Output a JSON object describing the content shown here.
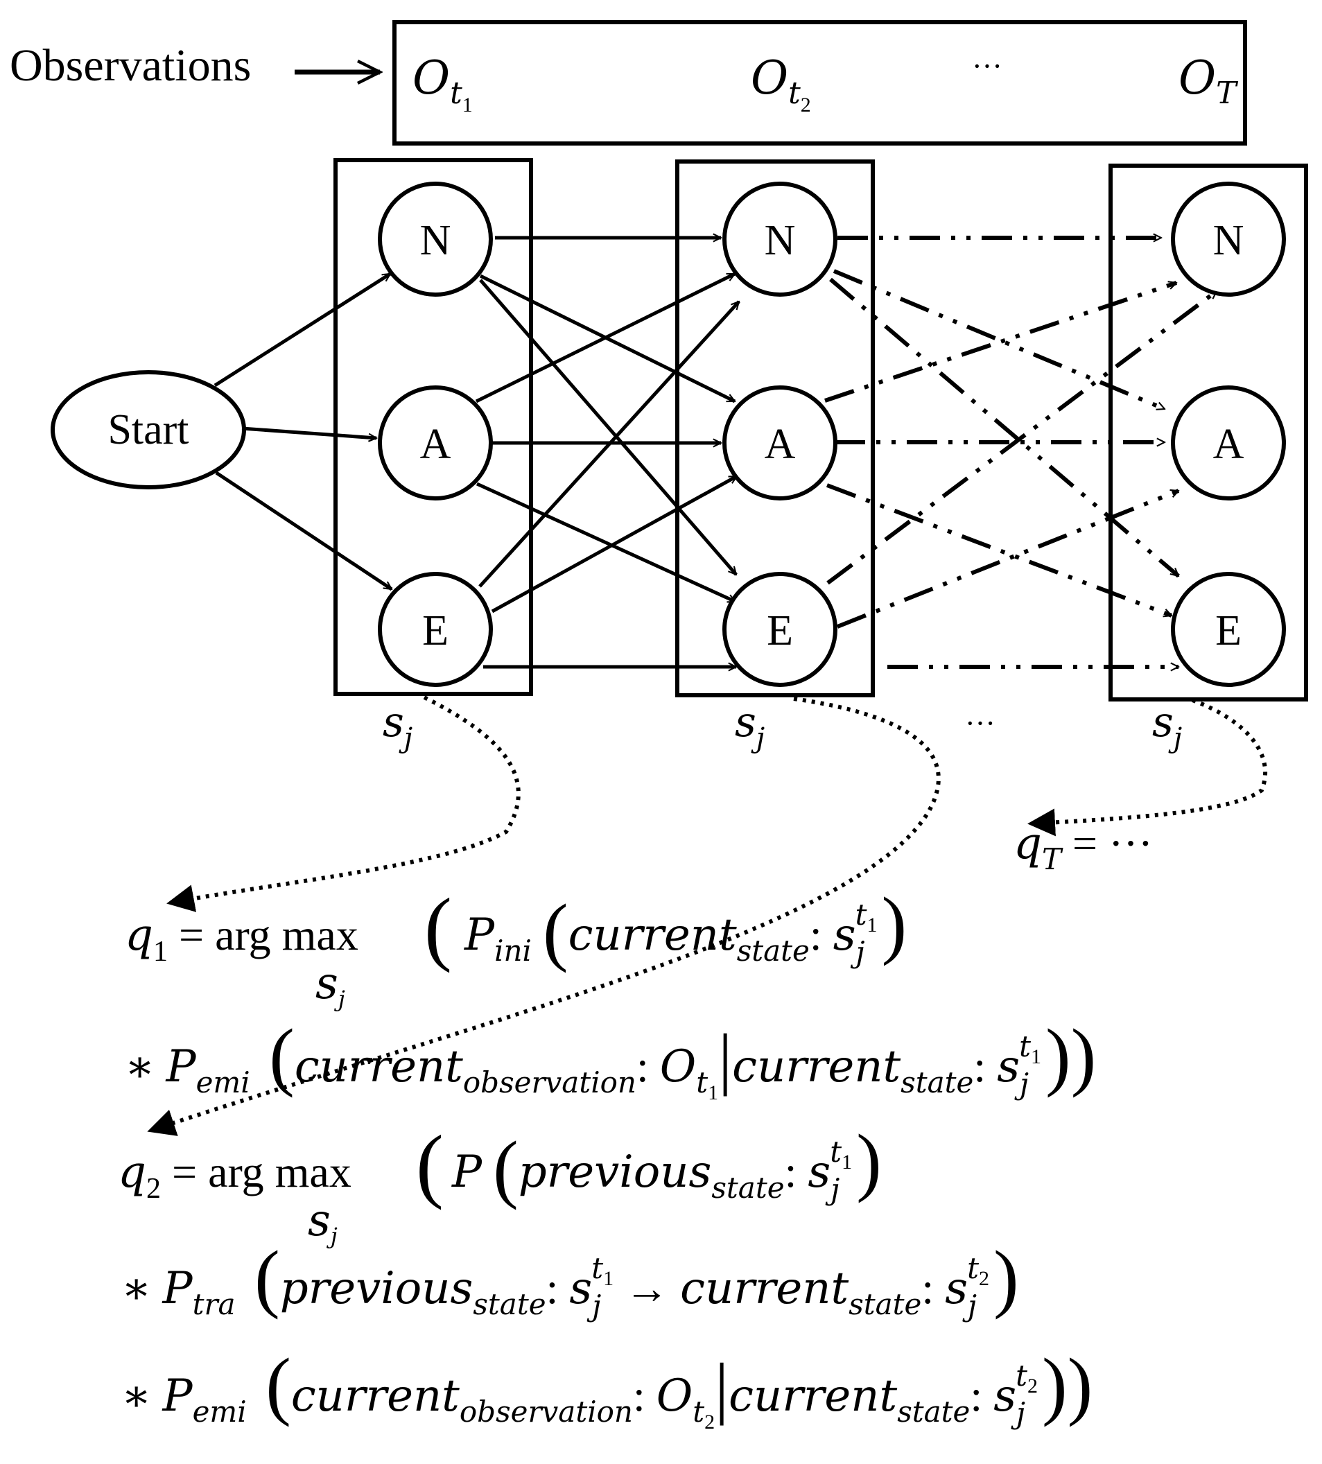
{
  "observations_label": "Observations",
  "observations": {
    "o1": {
      "base": "O",
      "sub": "t",
      "subsub": "1"
    },
    "o2": {
      "base": "O",
      "sub": "t",
      "subsub": "2"
    },
    "ellipsis": "···",
    "oT": {
      "base": "O",
      "sub": "T"
    }
  },
  "start_label": "Start",
  "states": [
    "N",
    "A",
    "E"
  ],
  "column_label": {
    "base": "s",
    "sub": "j"
  },
  "column_ellipsis": "···",
  "qT": {
    "base": "q",
    "sub": "T",
    "rest": " = ···"
  },
  "eq1": {
    "line1": {
      "lhs": "q",
      "lhs_sub": "1",
      "eq": " = ",
      "op": "arg max",
      "op_sub": "s",
      "op_subsub": "j",
      "p": "P",
      "p_sub": "ini",
      "arg": "current",
      "arg_sub": "state",
      "colon": ": ",
      "s": "s",
      "s_sub": "j",
      "s_sup": "t",
      "s_supsub": "1"
    },
    "line2": {
      "star": "∗ ",
      "p": "P",
      "p_sub": "emi",
      "arg": "current",
      "arg_sub": "observation",
      "colon": ": ",
      "o": "O",
      "o_sub": "t",
      "o_subsub": "1",
      "bar": "|",
      "arg2": "current",
      "arg2_sub": "state",
      "s": "s",
      "s_sub": "j",
      "s_sup": "t",
      "s_supsub": "1"
    }
  },
  "eq2": {
    "line1": {
      "lhs": "q",
      "lhs_sub": "2",
      "eq": " = ",
      "op": "arg max",
      "op_sub": "s",
      "op_subsub": "j",
      "p": "P",
      "arg": "previous",
      "arg_sub": "state",
      "colon": ": ",
      "s": "s",
      "s_sub": "j",
      "s_sup": "t",
      "s_supsub": "1"
    },
    "line2": {
      "star": "∗ ",
      "p": "P",
      "p_sub": "tra",
      "arg": "previous",
      "arg_sub": "state",
      "colon": ": ",
      "s": "s",
      "s_sub": "j",
      "s_sup": "t",
      "s_supsub": "1",
      "arrow": " → ",
      "arg2": "current",
      "arg2_sub": "state",
      "s2": "s",
      "s2_sub": "j",
      "s2_sup": "t",
      "s2_supsub": "2"
    },
    "line3": {
      "star": "∗ ",
      "p": "P",
      "p_sub": "emi",
      "arg": "current",
      "arg_sub": "observation",
      "colon": ": ",
      "o": "O",
      "o_sub": "t",
      "o_subsub": "2",
      "bar": "|",
      "arg2": "current",
      "arg2_sub": "state",
      "s": "s",
      "s_sub": "j",
      "s_sup": "t",
      "s_supsub": "2"
    }
  }
}
